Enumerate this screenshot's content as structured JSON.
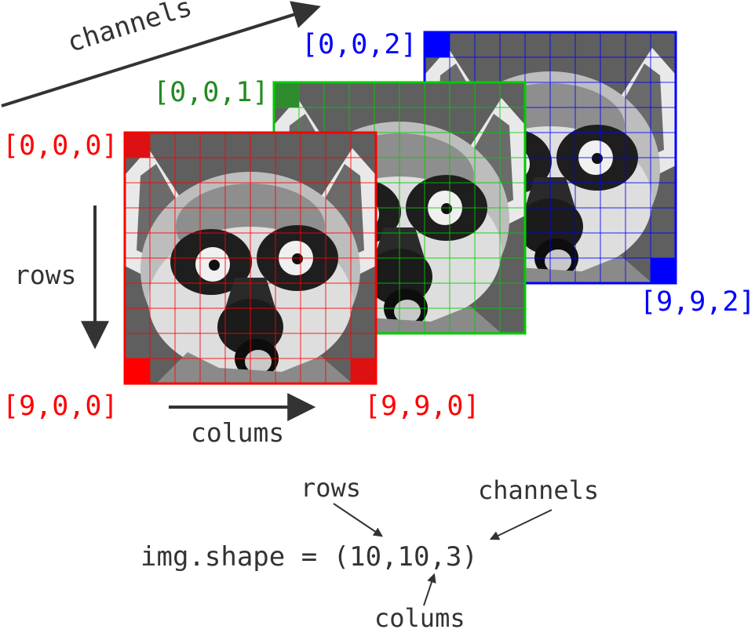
{
  "colors": {
    "red": "#ff0000",
    "green": "#00cc00",
    "blue": "#0000ff",
    "green_text": "#228b22",
    "text": "#333333"
  },
  "channels": [
    {
      "name": "red",
      "index_top_left": "[0,0,0]",
      "index_bottom_left": "[9,0,0]",
      "index_bottom_right": "[9,9,0]"
    },
    {
      "name": "green",
      "index_top_left": "[0,0,1]"
    },
    {
      "name": "blue",
      "index_top_left": "[0,0,2]",
      "index_bottom_right": "[9,9,2]"
    }
  ],
  "grid": {
    "rows": 10,
    "cols": 10
  },
  "labels": {
    "channels_axis": "channels",
    "rows_axis": "rows",
    "columns_axis": "colums"
  },
  "formula": {
    "text": "img.shape = (10,10,3)",
    "rows_annotation": "rows",
    "columns_annotation": "colums",
    "channels_annotation": "channels"
  },
  "icons": [
    "lemur-photo-blue-channel",
    "lemur-photo-green-channel",
    "lemur-photo-red-channel",
    "arrow-icon"
  ]
}
